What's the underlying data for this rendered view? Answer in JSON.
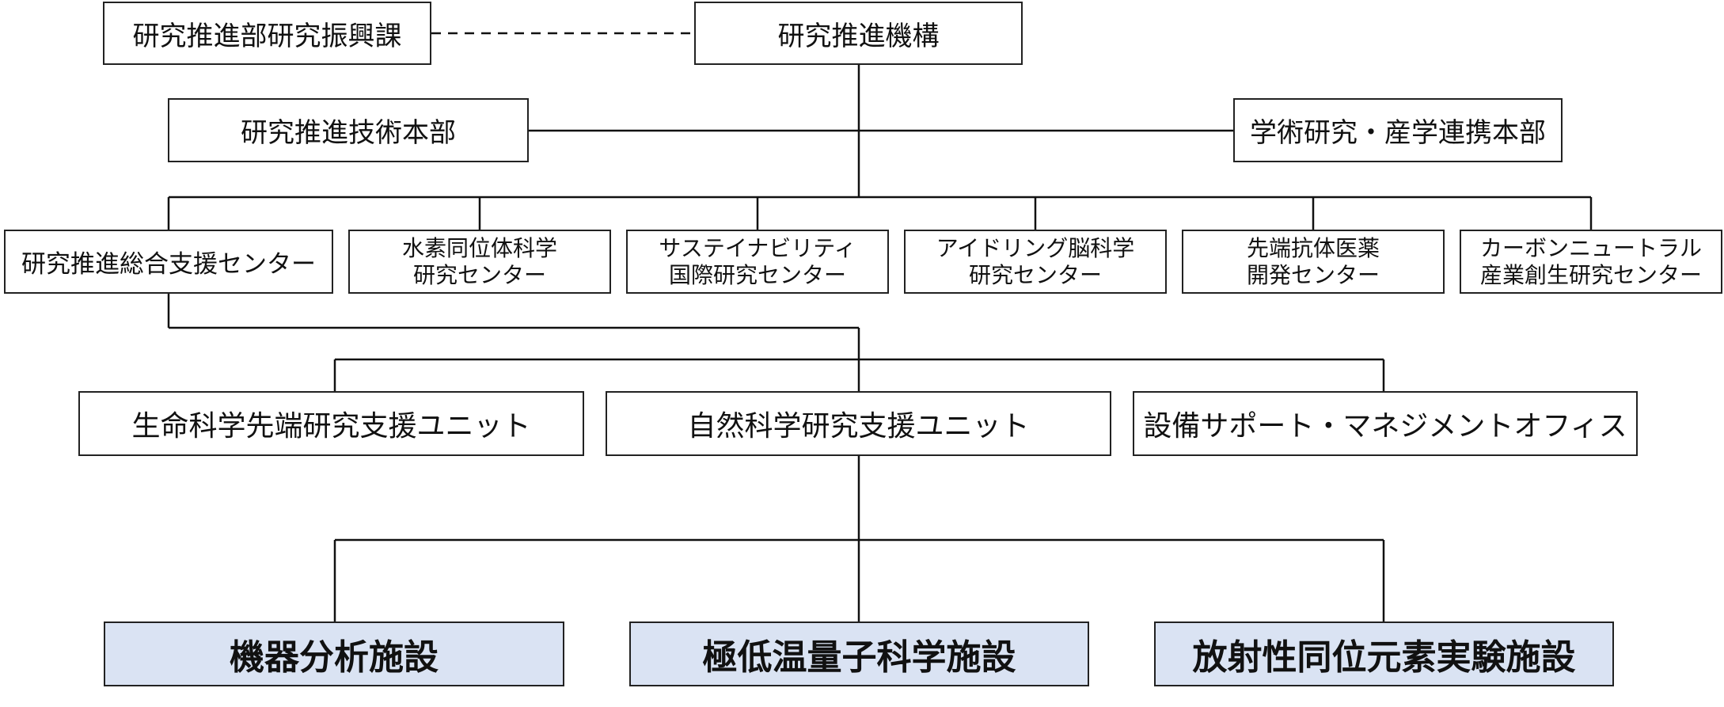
{
  "org": {
    "promo_office": "研究推進部研究振興課",
    "top": "研究推進機構",
    "tech_hq": "研究推進技術本部",
    "academic_hq": "学術研究・産学連携本部",
    "centers": [
      {
        "line1": "研究推進総合支援センター",
        "line2": ""
      },
      {
        "line1": "水素同位体科学",
        "line2": "研究センター"
      },
      {
        "line1": "サステイナビリティ",
        "line2": "国際研究センター"
      },
      {
        "line1": "アイドリング脳科学",
        "line2": "研究センター"
      },
      {
        "line1": "先端抗体医薬",
        "line2": "開発センター"
      },
      {
        "line1": "カーボンニュートラル",
        "line2": "産業創生研究センター"
      }
    ],
    "units": [
      "生命科学先端研究支援ユニット",
      "自然科学研究支援ユニット",
      "設備サポート・マネジメントオフィス"
    ],
    "facilities": [
      "機器分析施設",
      "極低温量子科学施設",
      "放射性同位元素実験施設"
    ]
  }
}
